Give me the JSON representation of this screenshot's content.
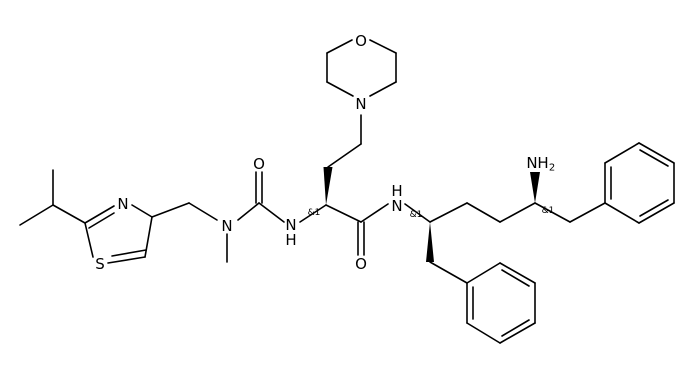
{
  "structure": {
    "atoms": {
      "o_morpholine": "O",
      "n_morpholine": "N",
      "o_urea": "O",
      "n_urea_methyl": "N",
      "nh_urea": "N",
      "nh_urea_h": "H",
      "o_amide": "O",
      "nh_amide": "N",
      "nh_amide_h": "H",
      "n_thiazole": "N",
      "s_thiazole": "S",
      "nh2_n": "N",
      "nh2_h": "H",
      "nh2_sub": "2"
    },
    "stereo_labels": {
      "alpha": "&1",
      "c_amide_n": "&1",
      "c_amine": "&1"
    }
  }
}
